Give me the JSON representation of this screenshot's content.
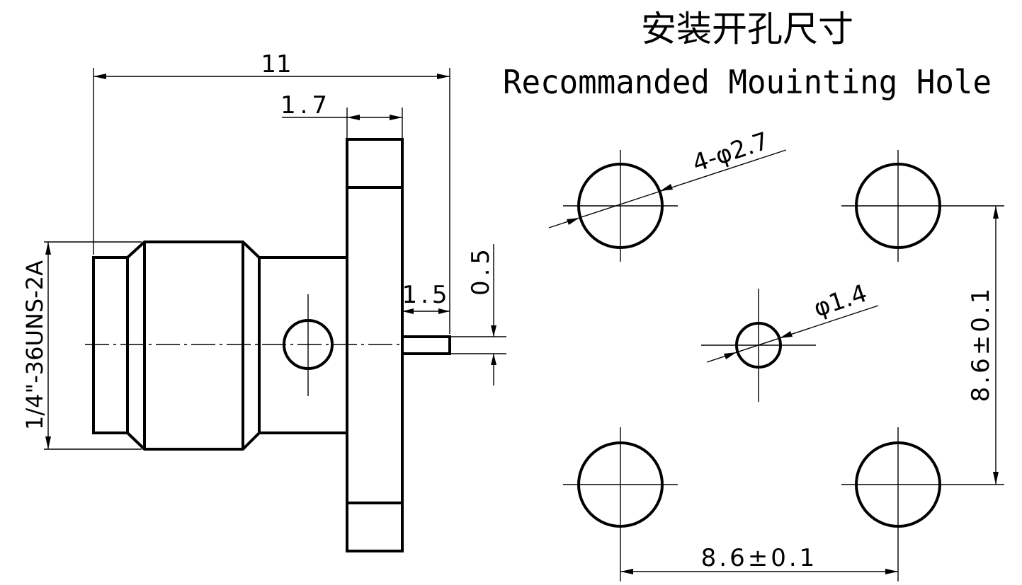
{
  "title": {
    "zh": "安装开孔尺寸",
    "en": "Recommanded Mouinting Hole"
  },
  "dimensions": {
    "overall_length": "11",
    "flange_thickness": "1.7",
    "pin_length": "1.5",
    "pin_offset": "0.5",
    "thread": "1/4\"-36UNS-2A",
    "hole_pattern": "4-φ2.7",
    "center_hole": "φ1.4",
    "vertical_spacing": "8.6±0.1",
    "horizontal_spacing": "8.6±0.1"
  }
}
